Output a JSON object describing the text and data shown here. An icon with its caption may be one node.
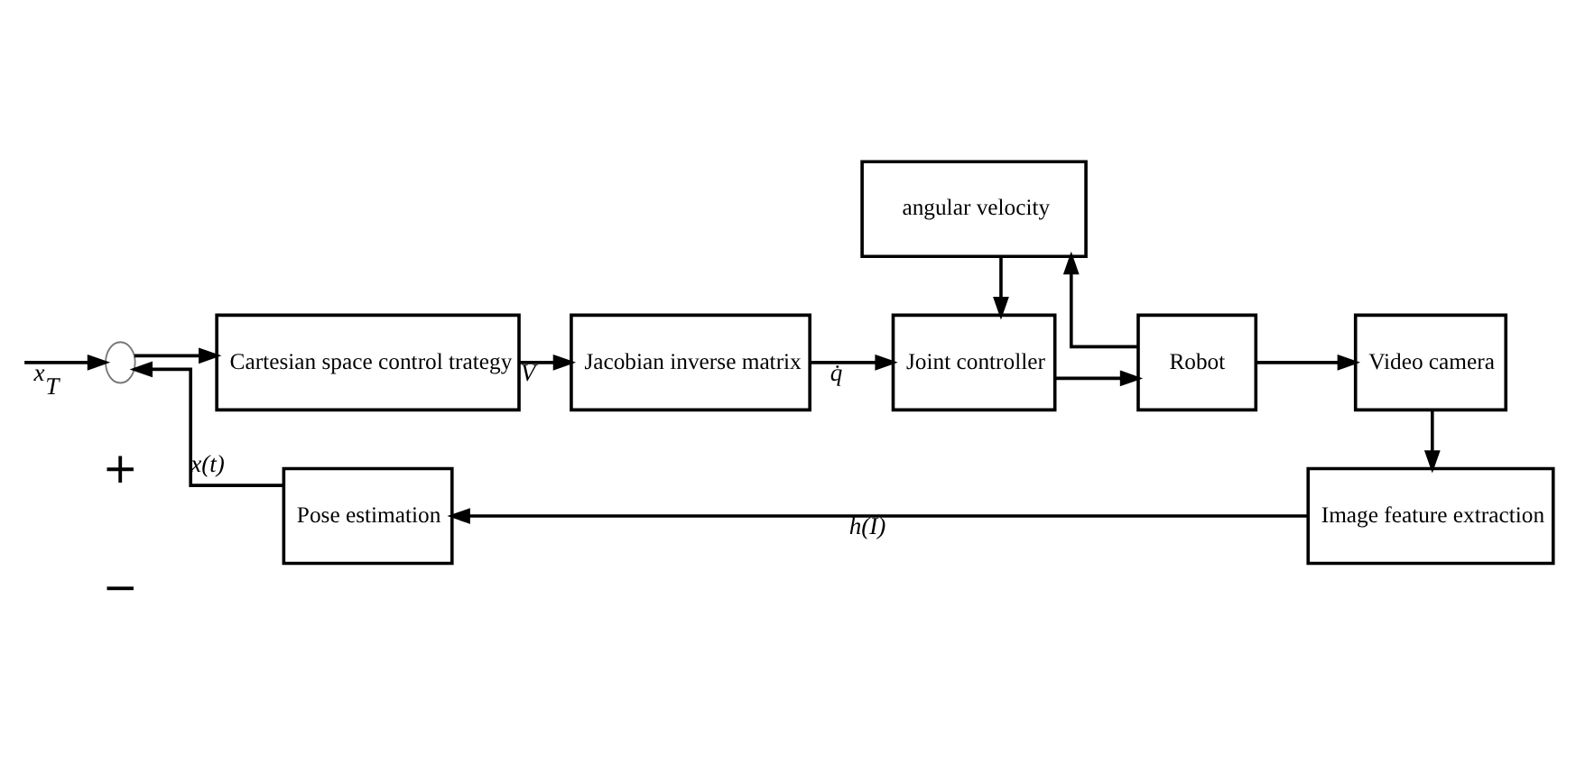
{
  "diagram": {
    "nodes": [
      {
        "text": [],
        "shape": "circle"
      },
      {
        "text": [
          "Cartesian space control trategy"
        ]
      },
      {
        "text": [
          "Jacobian inverse matrix"
        ]
      },
      {
        "text": [
          "Joint controller"
        ]
      },
      {
        "text": [
          "Robot"
        ]
      },
      {
        "text": [
          "Video camera"
        ]
      },
      {
        "text": [
          "angular velocity"
        ]
      },
      {
        "text": [
          "Image feature extraction"
        ]
      },
      {
        "text": [
          "Pose estimation"
        ]
      }
    ],
    "edges": [
      {
        "from": null,
        "to": 0,
        "arrow": "to",
        "label": "x$_{T}$"
      },
      {
        "from": 0,
        "to": 1,
        "arrow": "to"
      },
      {
        "from": 1,
        "to": 2,
        "arrow": "to",
        "label": "V"
      },
      {
        "from": 2,
        "to": 3,
        "arrow": "to",
        "label": "q̇"
      },
      {
        "from": 3,
        "to": 4,
        "arrow": "to"
      },
      {
        "from": 4,
        "to": 5,
        "arrow": "to"
      },
      {
        "from": 4,
        "to": 6,
        "arrow": "to"
      },
      {
        "from": 6,
        "to": 3,
        "arrow": "to"
      },
      {
        "from": 5,
        "to": 7,
        "arrow": "to"
      },
      {
        "from": 7,
        "to": 8,
        "arrow": "to",
        "label": "h(I)"
      },
      {
        "from": 8,
        "to": 0,
        "arrow": "to",
        "label": "x(t)"
      }
    ],
    "labels": [
      "+",
      "−"
    ]
  }
}
